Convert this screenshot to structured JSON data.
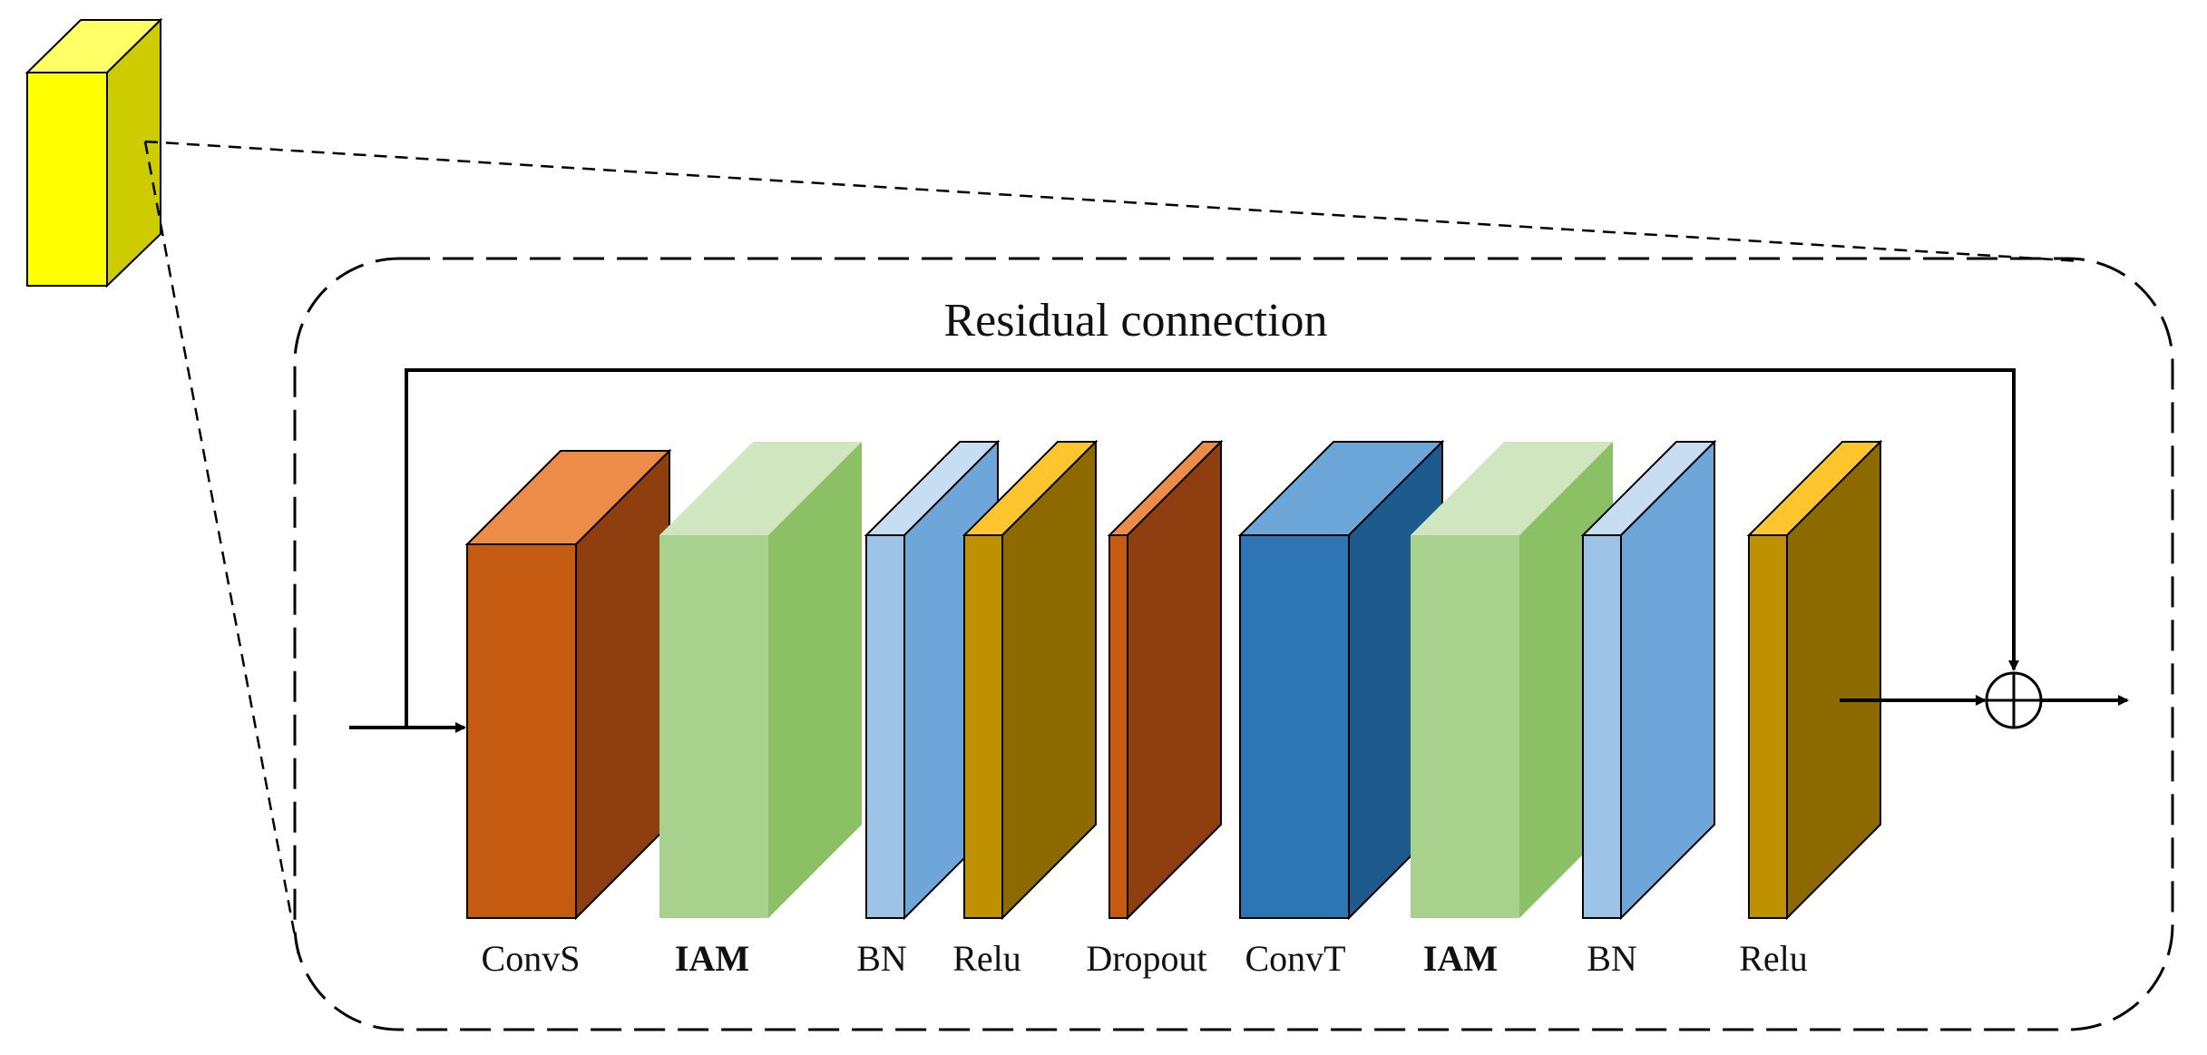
{
  "diagram": {
    "title": "Residual connection",
    "blocks": [
      {
        "label": "ConvS",
        "bold": false,
        "front": "#C55A11",
        "top": "#ED8B48",
        "side": "#8F3F0F"
      },
      {
        "label": "IAM",
        "bold": true,
        "front": "#A9D18E",
        "top": "#D0E6C0",
        "side": "#8CC065"
      },
      {
        "label": "BN",
        "bold": false,
        "front": "#9DC3E6",
        "top": "#C7DDF1",
        "side": "#6FA6D9"
      },
      {
        "label": "Relu",
        "bold": false,
        "front": "#BF9000",
        "top": "#FFC52E",
        "side": "#8C6A00"
      },
      {
        "label": "Dropout",
        "bold": false,
        "front": "#C55A11",
        "top": "#ED8B48",
        "side": "#8F3F0F"
      },
      {
        "label": "ConvT",
        "bold": false,
        "front": "#2E75B6",
        "top": "#6CA5D8",
        "side": "#1F5A8E"
      },
      {
        "label": "IAM",
        "bold": true,
        "front": "#A9D18E",
        "top": "#D0E6C0",
        "side": "#8CC065"
      },
      {
        "label": "BN",
        "bold": false,
        "front": "#9DC3E6",
        "top": "#C7DDF1",
        "side": "#6FA6D9"
      },
      {
        "label": "Relu",
        "bold": false,
        "front": "#BF9000",
        "top": "#FFC52E",
        "side": "#8C6A00"
      }
    ],
    "feature_cube": {
      "front": "#FFFF00",
      "top": "#FFFF66",
      "side": "#CCCC00"
    },
    "adder_symbol": "⊕"
  }
}
